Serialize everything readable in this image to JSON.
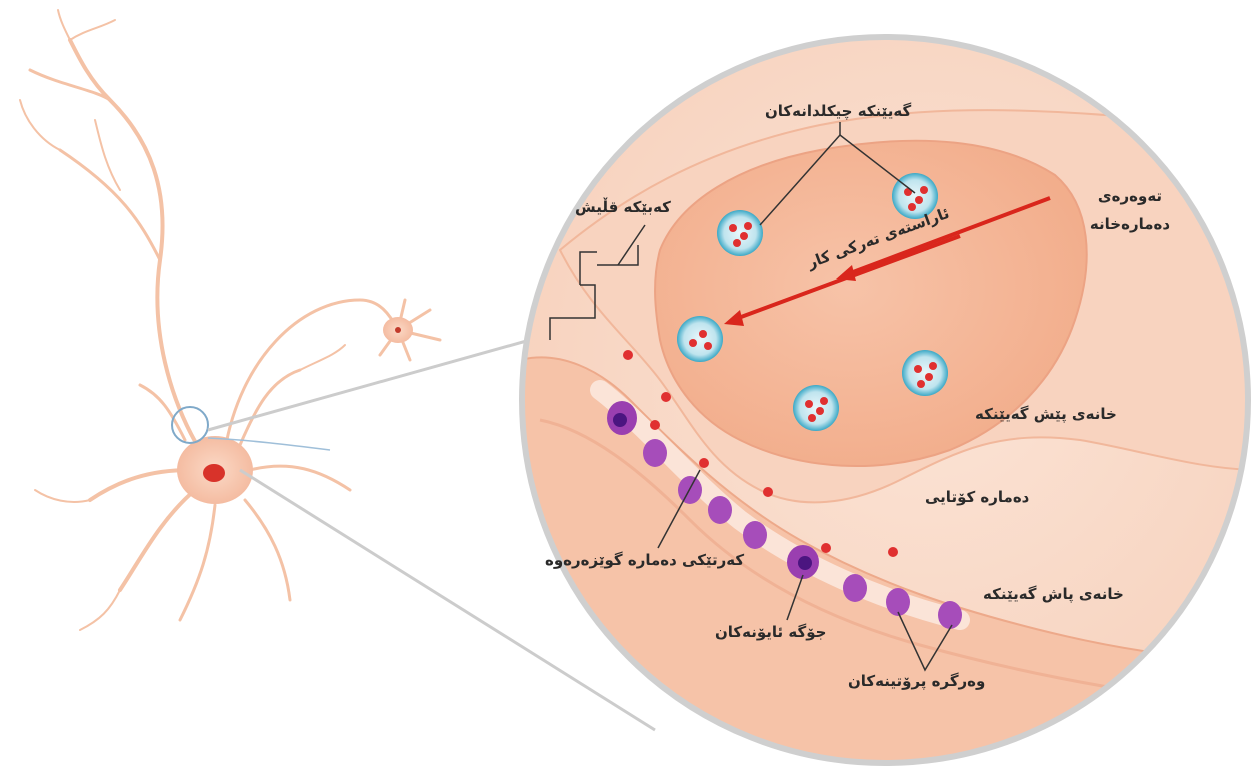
{
  "labels": {
    "vesicles": "گەیێنکە چیکلدانەکان",
    "axon": "تەوەرەی دەمارەخانە",
    "cleft": "کەبێکە قڵیش",
    "signal": "ئاراستەی تەرکی کار",
    "presynaptic": "خانەی پێش گەیێنکە",
    "terminal": "دەمارە کۆتایی",
    "neurotransmitter": "کەرتێکی دەمارە گوێزەرەوە",
    "postsynaptic": "خانەی پاش گەیێنکە",
    "ion_channel": "جۆگە ئایۆنەکان",
    "receptors": "وەرگرە پرۆتینەکان"
  },
  "colors": {
    "membrane": "#f6c9b2",
    "membrane_dark": "#eeab8c",
    "terminal_fill": "#f5b397",
    "vesicle_outer": "#bfe4ee",
    "vesicle_inner": "#3aa8c6",
    "transmitter": "#e03030",
    "receptor": "#a04bb5",
    "receptor_dark": "#5a1c8c",
    "arrow": "#d9261c",
    "lines": "#333333",
    "lens": "#c8c8c8"
  }
}
